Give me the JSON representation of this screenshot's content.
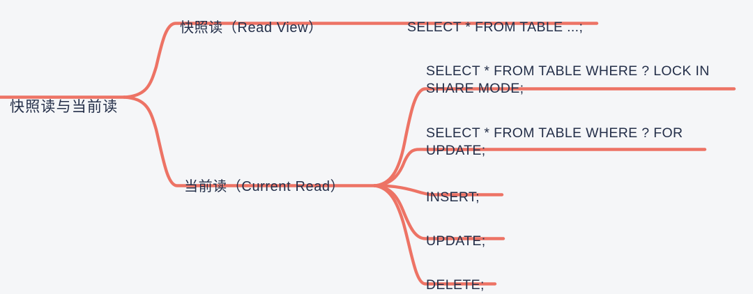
{
  "diagram": {
    "type": "mindmap",
    "title": "快照读与当前读",
    "theme": {
      "background": "#f5f6f8",
      "branch_color": "#ed7365",
      "text_color": "#242f49"
    },
    "root": {
      "label": "快照读与当前读"
    },
    "branches": [
      {
        "label": "快照读（Read View）",
        "children": [
          {
            "label": "SELECT * FROM TABLE ...;"
          }
        ]
      },
      {
        "label": "当前读（Current Read）",
        "children": [
          {
            "label": "SELECT * FROM TABLE WHERE ? LOCK IN SHARE MODE;"
          },
          {
            "label": "SELECT * FROM TABLE WHERE ? FOR UPDATE;"
          },
          {
            "label": "INSERT;"
          },
          {
            "label": "UPDATE;"
          },
          {
            "label": "DELETE;"
          }
        ]
      }
    ]
  }
}
